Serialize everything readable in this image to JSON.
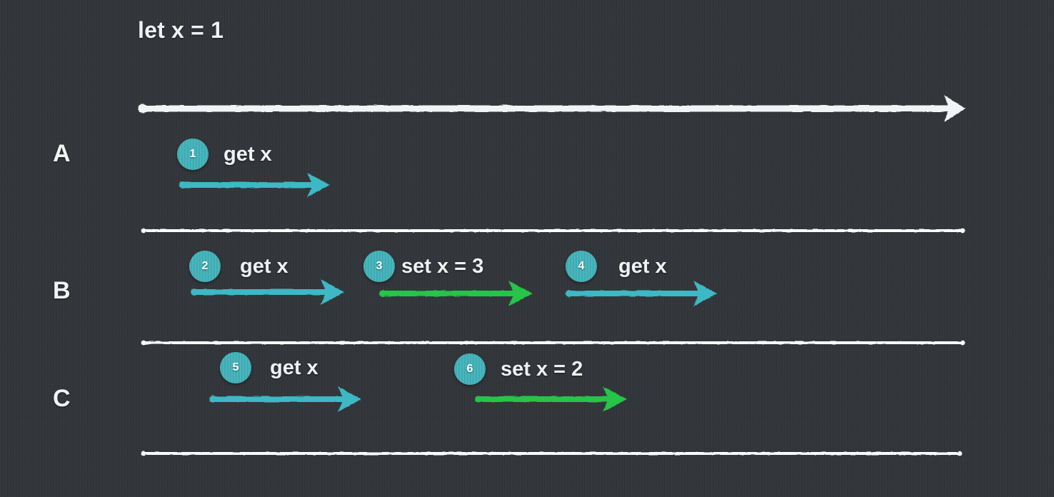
{
  "diagram": {
    "title": "let x = 1",
    "background_color": "#313539",
    "colors": {
      "timeline": "#f2f3f4",
      "separator": "#ffffff",
      "get_arrow": "#3cb8c4",
      "set_arrow": "#26c44a",
      "badge": "#42b4bc",
      "text": "#f0f1f2"
    },
    "rows": [
      {
        "label": "A"
      },
      {
        "label": "B"
      },
      {
        "label": "C"
      }
    ],
    "events": [
      {
        "id": "1",
        "row": "A",
        "op": "get x",
        "kind": "get"
      },
      {
        "id": "2",
        "row": "B",
        "op": "get x",
        "kind": "get"
      },
      {
        "id": "3",
        "row": "B",
        "op": "set x = 3",
        "kind": "set"
      },
      {
        "id": "4",
        "row": "B",
        "op": "get x",
        "kind": "get"
      },
      {
        "id": "5",
        "row": "C",
        "op": "get x",
        "kind": "get"
      },
      {
        "id": "6",
        "row": "C",
        "op": "set x = 2",
        "kind": "set"
      }
    ]
  }
}
